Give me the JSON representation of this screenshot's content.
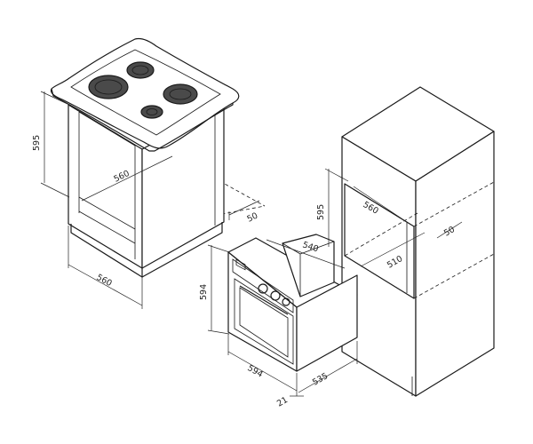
{
  "dimensions": {
    "cabinet_height": "595",
    "cabinet_inner_width": "560",
    "cabinet_depth_gap": "50",
    "cabinet_front_width": "560",
    "niche_height": "595",
    "niche_width": "560",
    "niche_gap": "50",
    "niche_depth": "510",
    "oven_top_depth": "540",
    "oven_height": "594",
    "oven_width": "594",
    "oven_panel": "21",
    "oven_depth": "535"
  }
}
